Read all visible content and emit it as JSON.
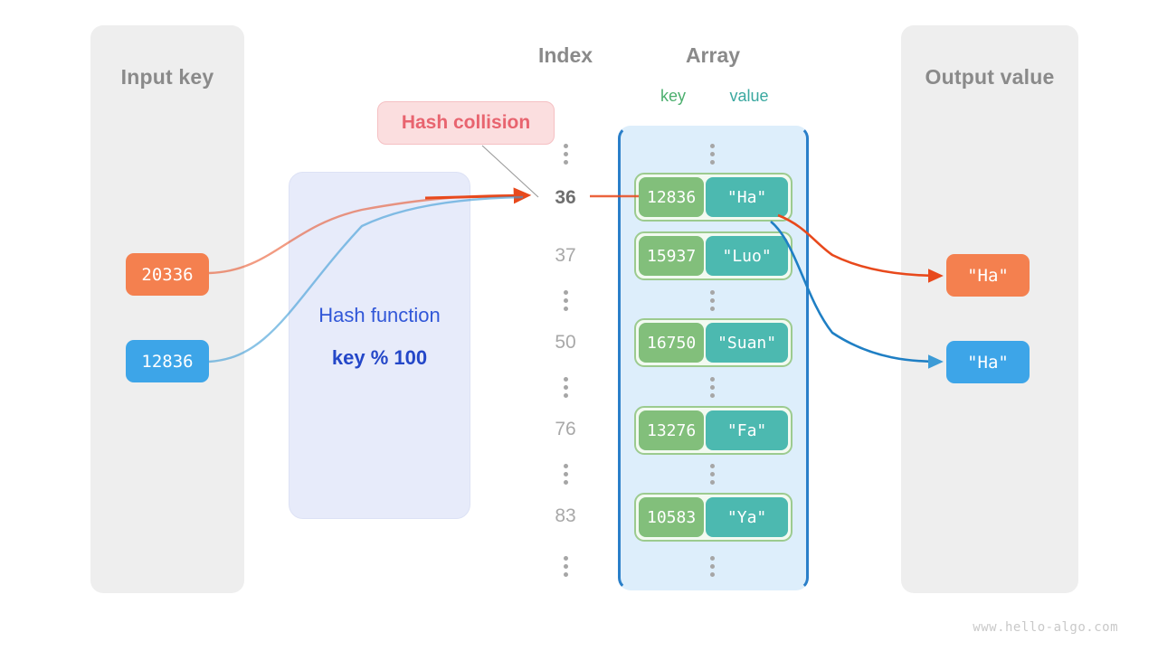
{
  "watermark": "www.hello-algo.com",
  "panels": {
    "input": {
      "title": "Input key"
    },
    "output": {
      "title": "Output value"
    }
  },
  "headers": {
    "index": "Index",
    "array": "Array",
    "key": "key",
    "value": "value"
  },
  "callout": {
    "hash_collision": "Hash collision"
  },
  "hash_function": {
    "line1": "Hash function",
    "line2": "key % 100"
  },
  "input_keys": [
    {
      "label": "20336",
      "color": "#f4804f"
    },
    {
      "label": "12836",
      "color": "#3da5e8"
    }
  ],
  "output_values": [
    {
      "label": "\"Ha\"",
      "color": "#f4804f"
    },
    {
      "label": "\"Ha\"",
      "color": "#3da5e8"
    }
  ],
  "indices": [
    {
      "label": "36",
      "active": true
    },
    {
      "label": "37",
      "active": false
    },
    {
      "label": "50",
      "active": false
    },
    {
      "label": "76",
      "active": false
    },
    {
      "label": "83",
      "active": false
    }
  ],
  "buckets": [
    {
      "key": "12836",
      "value": "\"Ha\""
    },
    {
      "key": "15937",
      "value": "\"Luo\""
    },
    {
      "key": "16750",
      "value": "\"Suan\""
    },
    {
      "key": "13276",
      "value": "\"Fa\""
    },
    {
      "key": "10583",
      "value": "\"Ya\""
    }
  ],
  "colors": {
    "key_box": "#82bf7b",
    "value_box": "#4cb9b0",
    "array_bg": "#ddeefb",
    "array_border": "#2a7fc9",
    "panel_bg": "#eeeeee",
    "hash_box_bg": "#e7ebfa",
    "hash_text": "#2447c8",
    "collision_bg": "#fbdedf",
    "collision_text": "#e8646f",
    "orange_wire": "#e8491c",
    "blue_wire": "#1f7fc4"
  }
}
